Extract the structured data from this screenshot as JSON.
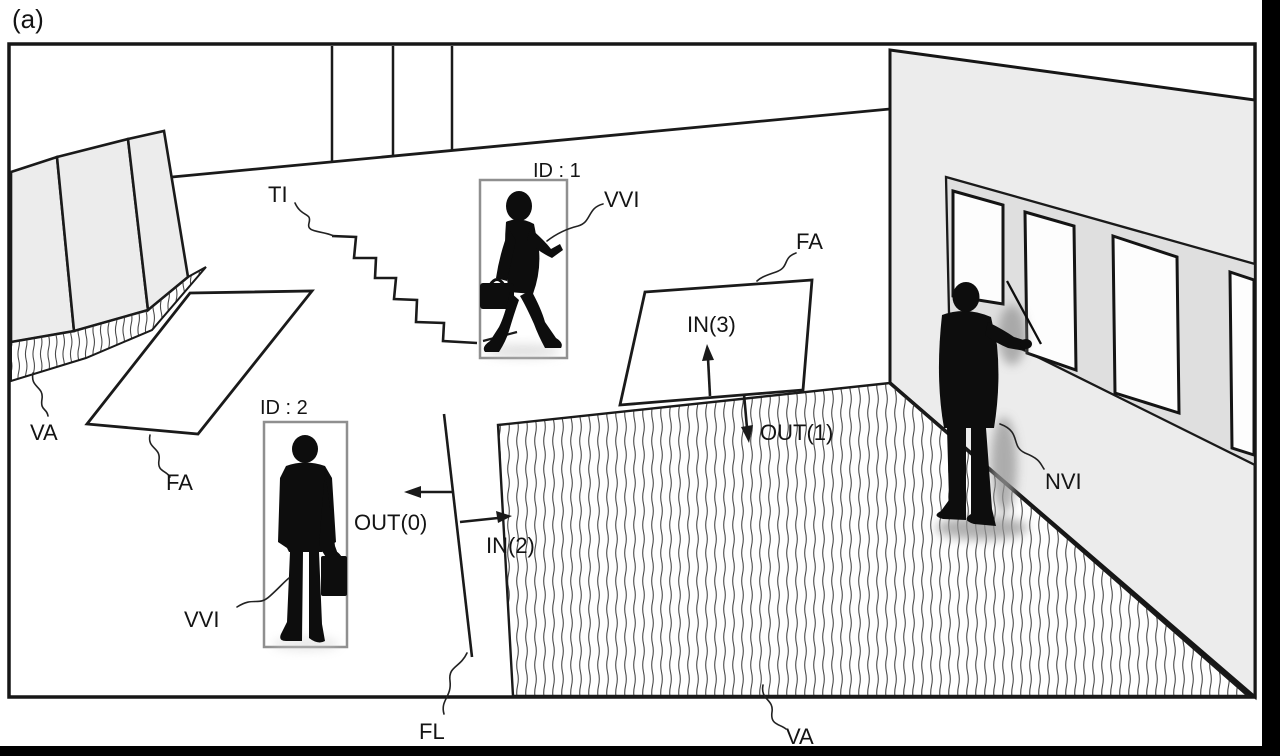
{
  "figure_label": "(a)",
  "labels": {
    "ti": "TI",
    "id1": "ID : 1",
    "vvi_1": "VVI",
    "fa_right": "FA",
    "in3": "IN(3)",
    "out1": "OUT(1)",
    "nvi": "NVI",
    "va_left": "VA",
    "fa_left": "FA",
    "id2": "ID : 2",
    "out0": "OUT(0)",
    "in2": "IN(2)",
    "vvi_2": "VVI",
    "fl": "FL",
    "va_bottom": "VA"
  },
  "colors": {
    "line": "#1a1a1a",
    "wall_gray": "#ececec",
    "window_band_gray": "#dfdfdf",
    "window_pane": "#fdfdfd",
    "bounding_box_stroke": "#8f8f8f",
    "background": "#ffffff",
    "edge_bar": "#000000"
  }
}
